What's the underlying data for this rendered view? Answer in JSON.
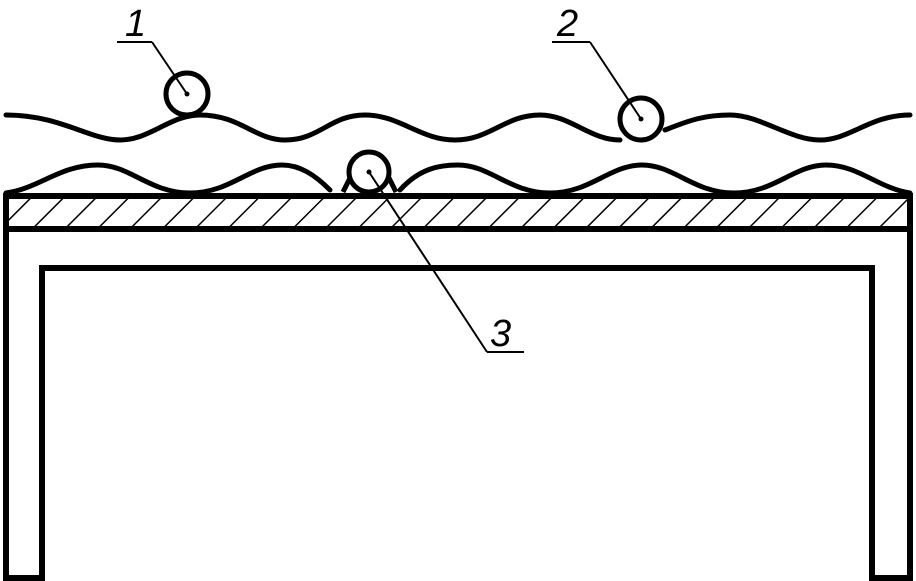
{
  "diagram": {
    "line_color": "#000000",
    "background_color": "#ffffff",
    "callouts": [
      {
        "label": "1"
      },
      {
        "label": "2"
      },
      {
        "label": "3"
      }
    ]
  }
}
